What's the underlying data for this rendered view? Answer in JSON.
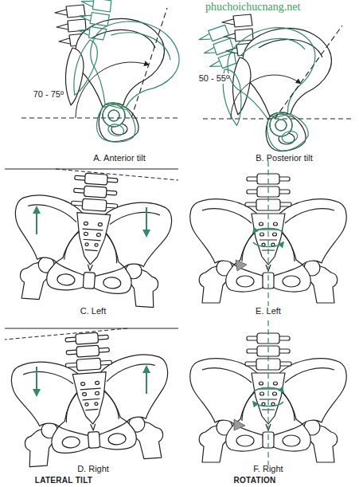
{
  "diagram": {
    "labels": [
      "phuchoichucnang.net",
      "70 - 75º",
      "A. Anterior tilt",
      "50 - 55º",
      "B. Posterior tilt",
      "C. Left",
      "E. Left",
      "D. Right",
      "F. Right",
      "LATERAL TILT",
      "ROTATION"
    ]
  }
}
